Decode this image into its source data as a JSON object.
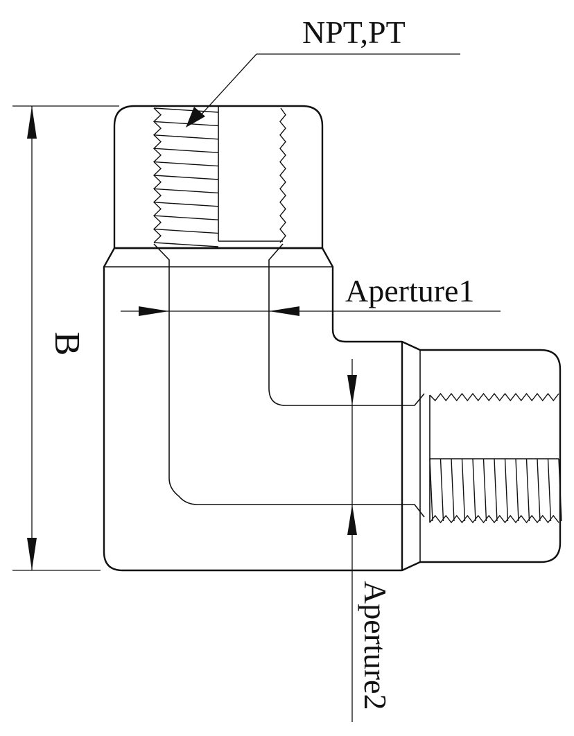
{
  "labels": {
    "thread_spec": "NPT,PT",
    "aperture1": "Aperture1",
    "aperture2": "Aperture2",
    "height_dim": "B"
  },
  "colors": {
    "line": "#111111",
    "background": "#ffffff"
  }
}
